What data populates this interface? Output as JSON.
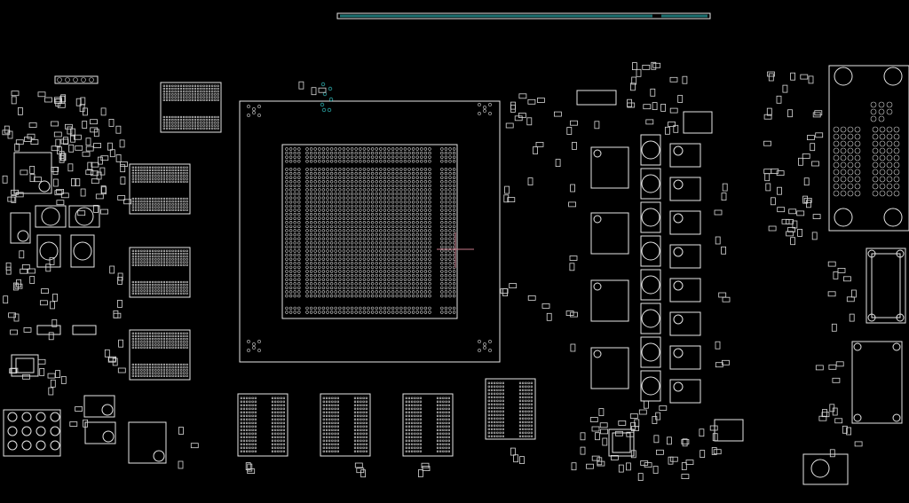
{
  "viewer": {
    "background": "#000000",
    "outline_color": "#e6e6e6",
    "via_color": "#2aa3a3",
    "cursor_color": "#c87a8a"
  },
  "board": {
    "connector_top": {
      "name": "edge-connector"
    },
    "gpu": {
      "name": "gpu-bga-package"
    },
    "memory_chips": 4,
    "left_memory_chips": 3,
    "inductors_vrm": 8
  }
}
